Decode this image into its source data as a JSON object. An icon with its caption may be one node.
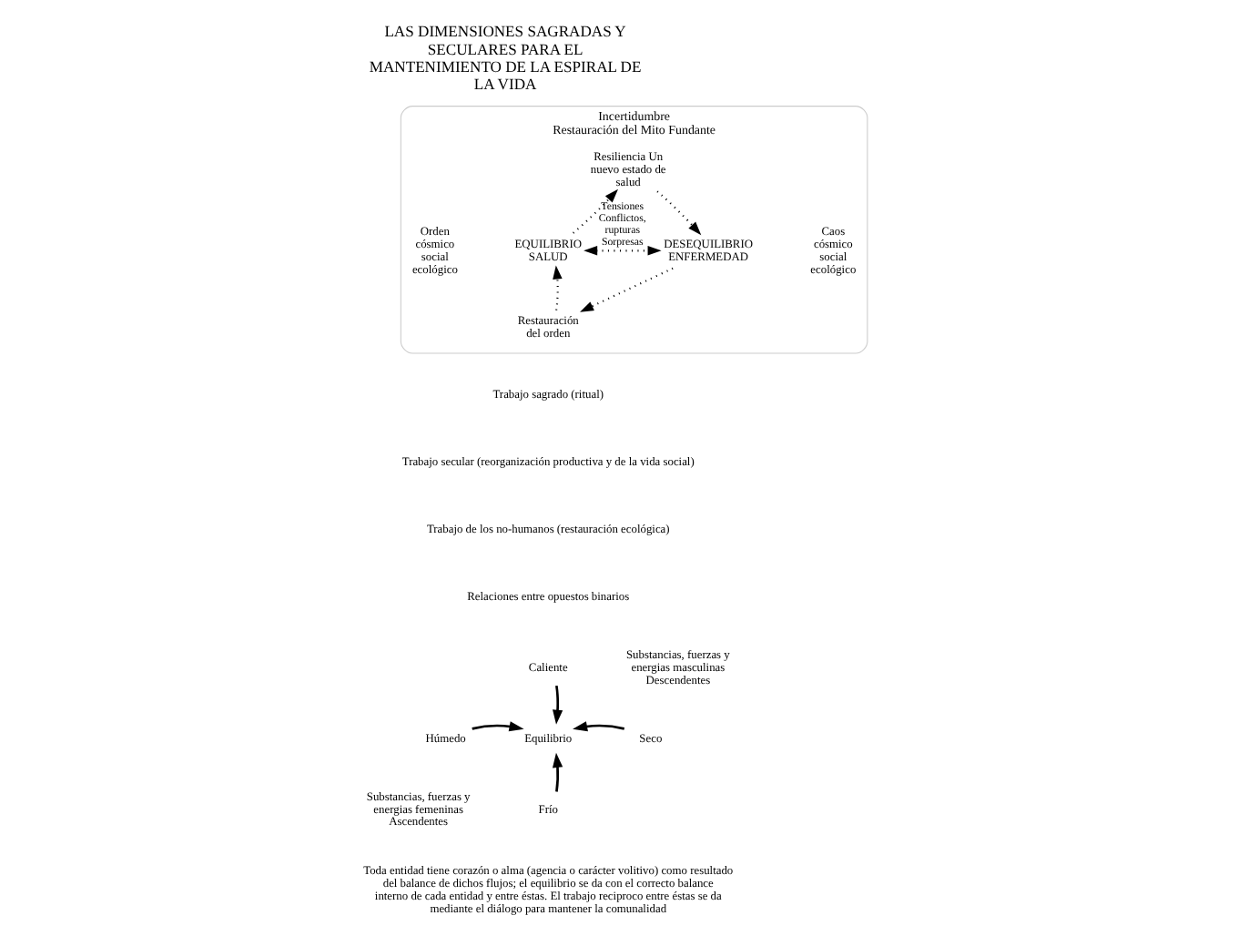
{
  "diagram": {
    "title": "LAS DIMENSIONES SAGRADAS Y SECULARES PARA EL MANTENIMIENTO DE LA ESPIRAL DE LA VIDA",
    "nodes": [
      {
        "text": [
          "Incertidumbre",
          "Restauración del Mito Fundante"
        ]
      },
      {
        "text": [
          "Resiliencia Un nuevo estado de salud"
        ],
        "in": 0
      },
      {
        "text": [
          "Orden cósmico social ecológico"
        ],
        "in": 0
      },
      {
        "text": [
          "EQUILIBRIO",
          "SALUD"
        ],
        "in": 0
      },
      {
        "text": [
          "DESEQUILIBRIO",
          "ENFERMEDAD"
        ],
        "in": 0
      },
      {
        "text": [
          "Caos cósmico social ecológico"
        ],
        "in": 0
      },
      {
        "text": [
          "Restauración del orden"
        ],
        "in": 0
      },
      {
        "text": [
          "Caliente"
        ]
      },
      {
        "text": [
          "Húmedo"
        ]
      },
      {
        "text": [
          "Equilibrio"
        ]
      },
      {
        "text": [
          "Seco"
        ]
      },
      {
        "text": [
          "Frío"
        ]
      }
    ],
    "edges": [
      {
        "from": 3,
        "to": 1,
        "arrow": "to",
        "style": "dashed"
      },
      {
        "from": 1,
        "to": 4,
        "arrow": "to",
        "style": "dashed"
      },
      {
        "from": 3,
        "to": 4,
        "arrow": "both",
        "style": "dashed",
        "label": "Tensiones Conflictos, rupturas Sorpresas"
      },
      {
        "from": 4,
        "to": 6,
        "arrow": "to",
        "style": "dashed"
      },
      {
        "from": 6,
        "to": 3,
        "arrow": "to",
        "style": "dashed"
      },
      {
        "from": 7,
        "to": 9,
        "arrow": "to"
      },
      {
        "from": 8,
        "to": 9,
        "arrow": "to"
      },
      {
        "from": 10,
        "to": 9,
        "arrow": "to"
      },
      {
        "from": 11,
        "to": 9,
        "arrow": "to"
      }
    ],
    "labels": [
      "Relaciones entre opuestos binarios",
      "Trabajo sagrado (ritual)",
      "Trabajo secular (reorganización productiva y de la vida social)",
      "Trabajo de los no-humanos (restauración ecológica)",
      "Substancias, fuerzas y energias masculinas Descendentes",
      "Substancias, fuerzas y energias femeninas Ascendentes",
      "Toda entidad tiene corazón o alma (agencia o carácter volitivo) como resultado del balance de dichos flujos; el equilibrio se da con el correcto balance interno de cada entidad y entre éstas. El trabajo reciproco entre éstas se da mediante el diálogo para mantener la comunalidad"
    ]
  }
}
